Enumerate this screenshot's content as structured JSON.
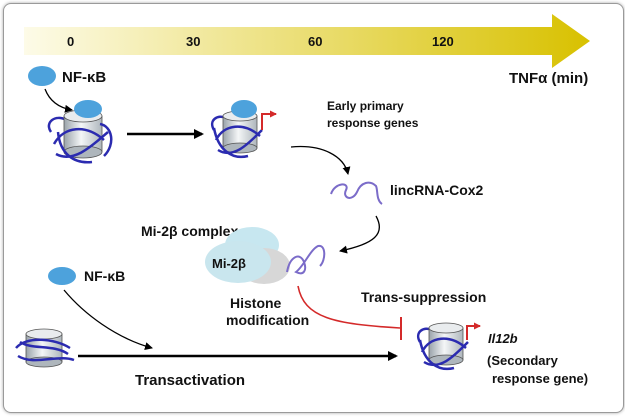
{
  "timeline": {
    "ticks": [
      "0",
      "30",
      "60",
      "120"
    ],
    "axis_label": "TNFα (min)",
    "colors": {
      "start": "#fdfbe8",
      "end": "#d8c100"
    }
  },
  "labels": {
    "nfkb_top": "NF-κB",
    "early_line1": "Early primary",
    "early_line2": "response genes",
    "lincrna": "lincRNA-Cox2",
    "mi2_complex": "Mi-2β complex",
    "mi2": "Mi-2β",
    "histone_line1": "Histone",
    "histone_line2": "modification",
    "trans_suppression": "Trans-suppression",
    "nfkb_bottom": "NF-κB",
    "transactivation": "Transactivation",
    "il12b": "Il12b",
    "secondary_line1": "(Secondary",
    "secondary_line2": "response gene)"
  },
  "colors": {
    "nfkb": "#4da2dc",
    "dna": "#2b2bb0",
    "rna": "#7b6cc9",
    "inhibition": "#d42a2a",
    "mi2": "#c9c9c9",
    "complex": "#c7e7f0"
  }
}
